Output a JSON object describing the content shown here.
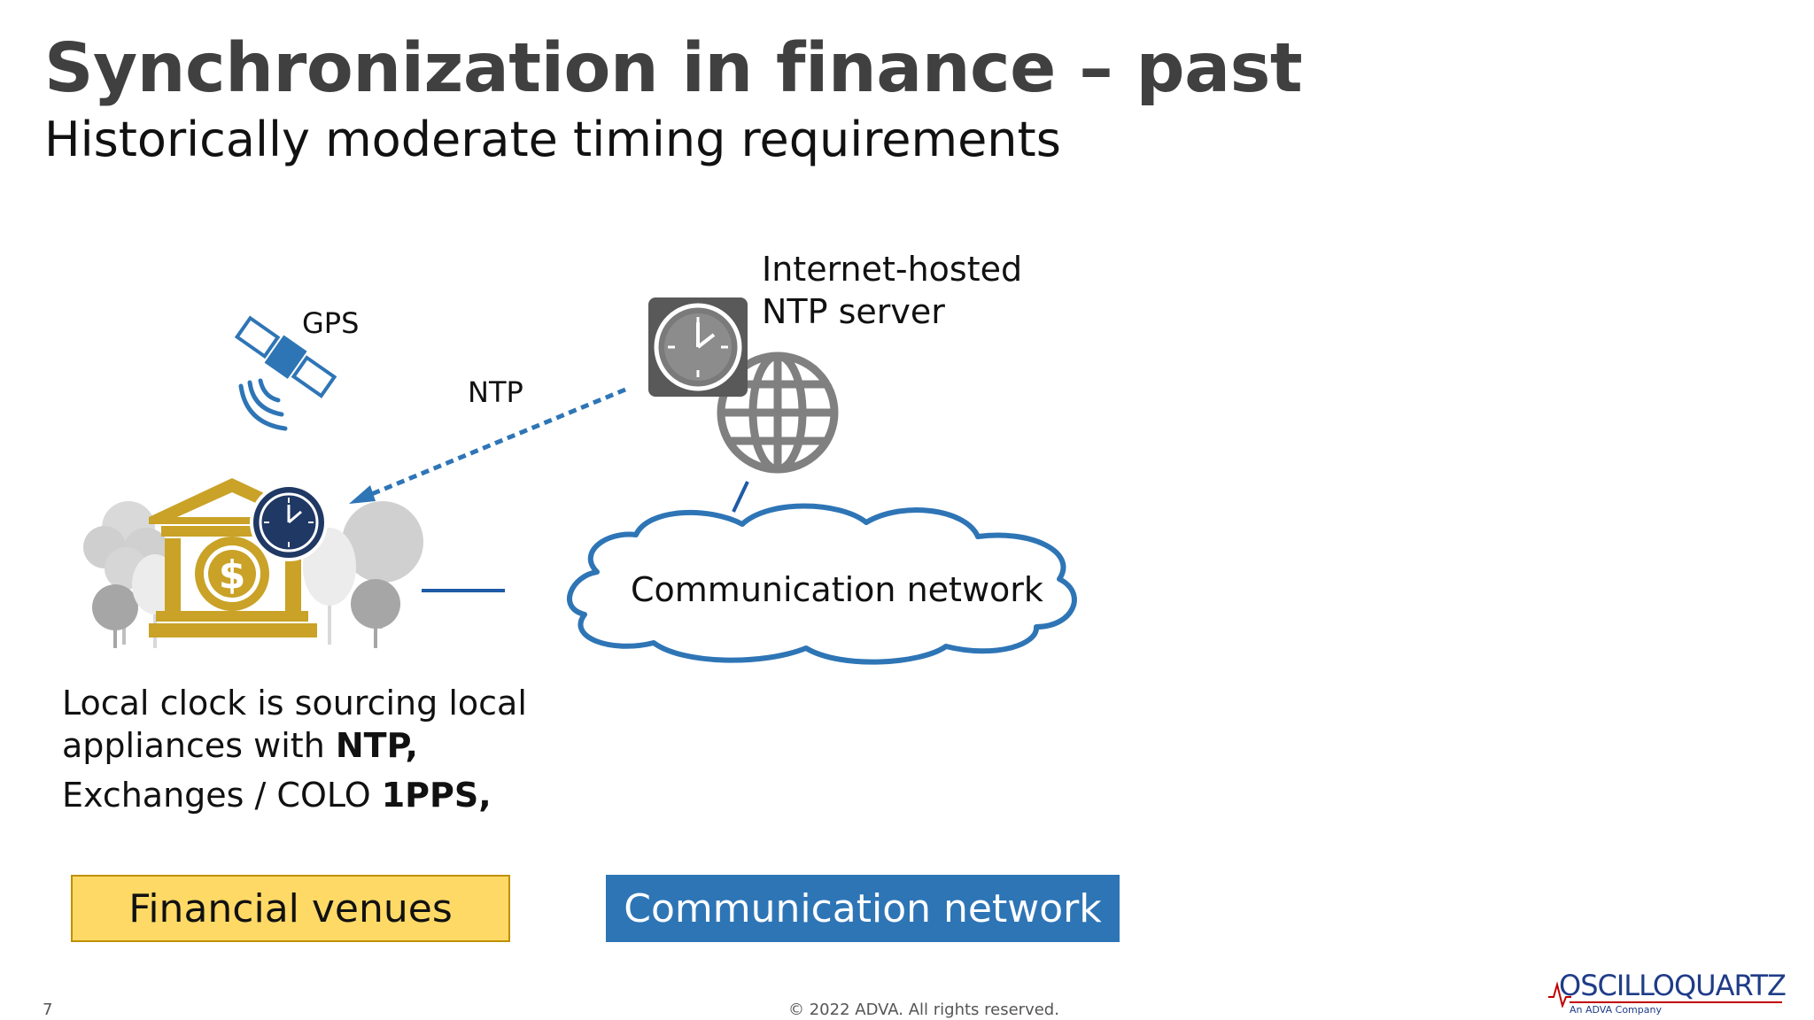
{
  "slide": {
    "title": "Synchronization in finance – past",
    "subtitle": "Historically moderate timing requirements",
    "page_number": "7",
    "copyright": "© 2022 ADVA. All rights reserved."
  },
  "diagram": {
    "gps_label": "GPS",
    "ntp_label": "NTP",
    "server_label_line1": "Internet-hosted",
    "server_label_line2": "NTP server",
    "cloud_label": "Communication network",
    "local_desc": {
      "line1": "Local clock is sourcing local",
      "line2_prefix": "appliances with ",
      "line2_bold": "NTP,",
      "line3_prefix": "Exchanges / COLO ",
      "line3_bold": "1PPS,"
    }
  },
  "legend": {
    "financial_venues": "Financial venues",
    "communication_network": "Communication network"
  },
  "logo": {
    "name": "OSCILLOQUARTZ",
    "tagline": "An ADVA Company"
  },
  "colors": {
    "title": "#404040",
    "gold": "#c9a227",
    "blue": "#2e75b6",
    "navy": "#1f3864",
    "yellow_box": "#ffd966",
    "grey_icon": "#808080"
  },
  "icons": [
    "satellite-icon",
    "bank-icon",
    "clock-icon",
    "globe-icon",
    "cloud-icon",
    "tree-icon"
  ]
}
